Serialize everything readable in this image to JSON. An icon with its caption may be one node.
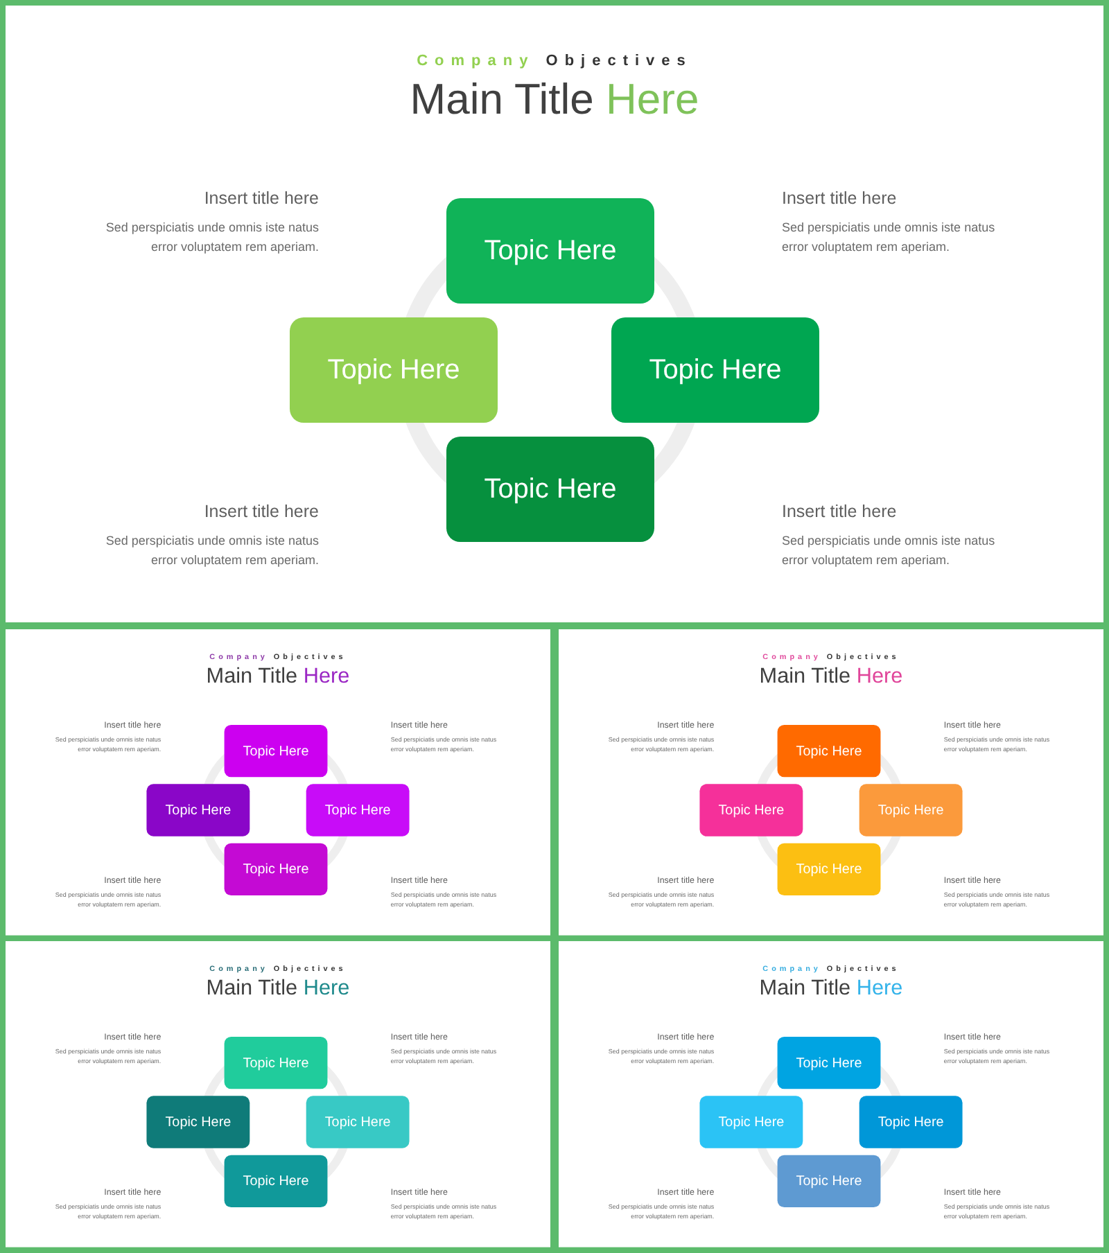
{
  "diagram": {
    "nodes": [
      {
        "text": [
          "Company Objectives",
          "Main Title Here",
          "Insert title here",
          "Sed perspiciatis unde omnis iste natus error voluptatem rem aperiam.",
          "Insert title here",
          "Sed perspiciatis unde omnis iste natus error voluptatem rem aperiam.",
          "Insert title here",
          "Sed perspiciatis unde omnis iste natus error voluptatem rem aperiam.",
          "Insert title here",
          "Sed perspiciatis unde omnis iste natus error voluptatem rem aperiam."
        ]
      },
      {
        "text": [
          "Topic Here"
        ],
        "in": 0
      },
      {
        "text": [
          "Topic Here"
        ],
        "in": 0
      },
      {
        "text": [
          "Topic Here"
        ],
        "in": 0
      },
      {
        "text": [
          "Topic Here"
        ],
        "in": 0
      },
      {
        "text": [
          "Company Objectives",
          "Main Title Here",
          "Insert title here",
          "Sed perspiciatis unde omnis iste natus error voluptatem rem aperiam.",
          "Insert title here",
          "Sed perspiciatis unde omnis iste natus error voluptatem rem aperiam.",
          "Insert title here",
          "Sed perspiciatis unde omnis iste natus error voluptatem rem aperiam.",
          "Insert title here",
          "Sed perspiciatis unde omnis iste natus error voluptatem rem aperiam."
        ]
      },
      {
        "text": [
          "Topic Here"
        ],
        "in": 5
      },
      {
        "text": [
          "Topic Here"
        ],
        "in": 5
      },
      {
        "text": [
          "Topic Here"
        ],
        "in": 5
      },
      {
        "text": [
          "Topic Here"
        ],
        "in": 5
      },
      {
        "text": [
          "Company Objectives",
          "Main Title Here",
          "Insert title here",
          "Sed perspiciatis unde omnis iste natus error voluptatem rem aperiam.",
          "Insert title here",
          "Sed perspiciatis unde omnis iste natus error voluptatem rem aperiam.",
          "Insert title here",
          "Sed perspiciatis unde omnis iste natus error voluptatem rem aperiam.",
          "Insert title here",
          "Sed perspiciatis unde omnis iste natus error voluptatem rem aperiam."
        ]
      },
      {
        "text": [
          "Topic Here"
        ],
        "in": 10
      },
      {
        "text": [
          "Topic Here"
        ],
        "in": 10
      },
      {
        "text": [
          "Topic Here"
        ],
        "in": 10
      },
      {
        "text": [
          "Topic Here"
        ],
        "in": 10
      },
      {
        "text": [
          "Company Objectives",
          "Main Title Here",
          "Insert title here",
          "Sed perspiciatis unde omnis iste natus error voluptatem rem aperiam.",
          "Insert title here",
          "Sed perspiciatis unde omnis iste natus error voluptatem rem aperiam.",
          "Insert title here",
          "Sed perspiciatis unde omnis iste natus error voluptatem rem aperiam.",
          "Insert title here",
          "Sed perspiciatis unde omnis iste natus error voluptatem rem aperiam."
        ]
      },
      {
        "text": [
          "Topic Here"
        ],
        "in": 15
      },
      {
        "text": [
          "Topic Here"
        ],
        "in": 15
      },
      {
        "text": [
          "Topic Here"
        ],
        "in": 15
      },
      {
        "text": [
          "Topic Here"
        ],
        "in": 15
      },
      {
        "text": [
          "Company Objectives",
          "Main Title Here",
          "Insert title here",
          "Sed perspiciatis unde omnis iste natus error voluptatem rem aperiam.",
          "Insert title here",
          "Sed perspiciatis unde omnis iste natus error voluptatem rem aperiam.",
          "Insert title here",
          "Sed perspiciatis unde omnis iste natus error voluptatem rem aperiam.",
          "Insert title here",
          "Sed perspiciatis unde omnis iste natus error voluptatem rem aperiam."
        ]
      },
      {
        "text": [
          "Topic Here"
        ],
        "in": 20
      },
      {
        "text": [
          "Topic Here"
        ],
        "in": 20
      },
      {
        "text": [
          "Topic Here"
        ],
        "in": 20
      },
      {
        "text": [
          "Topic Here"
        ],
        "in": 20
      }
    ]
  }
}
